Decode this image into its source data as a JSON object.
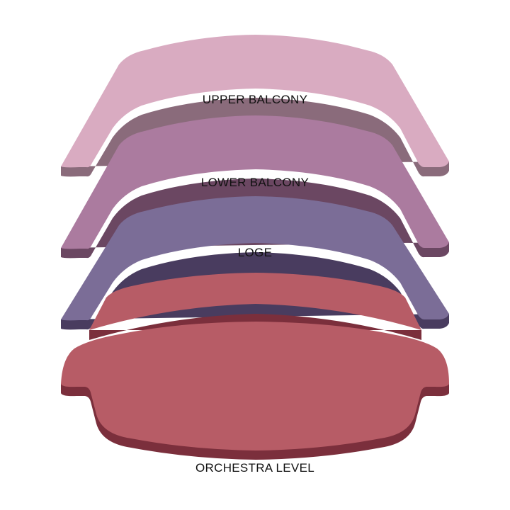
{
  "sections": {
    "upper_balcony": {
      "label": "UPPER BALCONY",
      "top_color": "#d9abc1",
      "side_color": "#8a6b7b"
    },
    "lower_balcony": {
      "label": "LOWER BALCONY",
      "top_color": "#ab7b9f",
      "side_color": "#6b4762"
    },
    "loge": {
      "label": "LOGE",
      "top_color": "#7b6d97",
      "side_color": "#493c5f"
    },
    "orchestra_level": {
      "label": "ORCHESTRA LEVEL",
      "top_color": "#b75c66",
      "side_color": "#7b2f3c"
    }
  }
}
